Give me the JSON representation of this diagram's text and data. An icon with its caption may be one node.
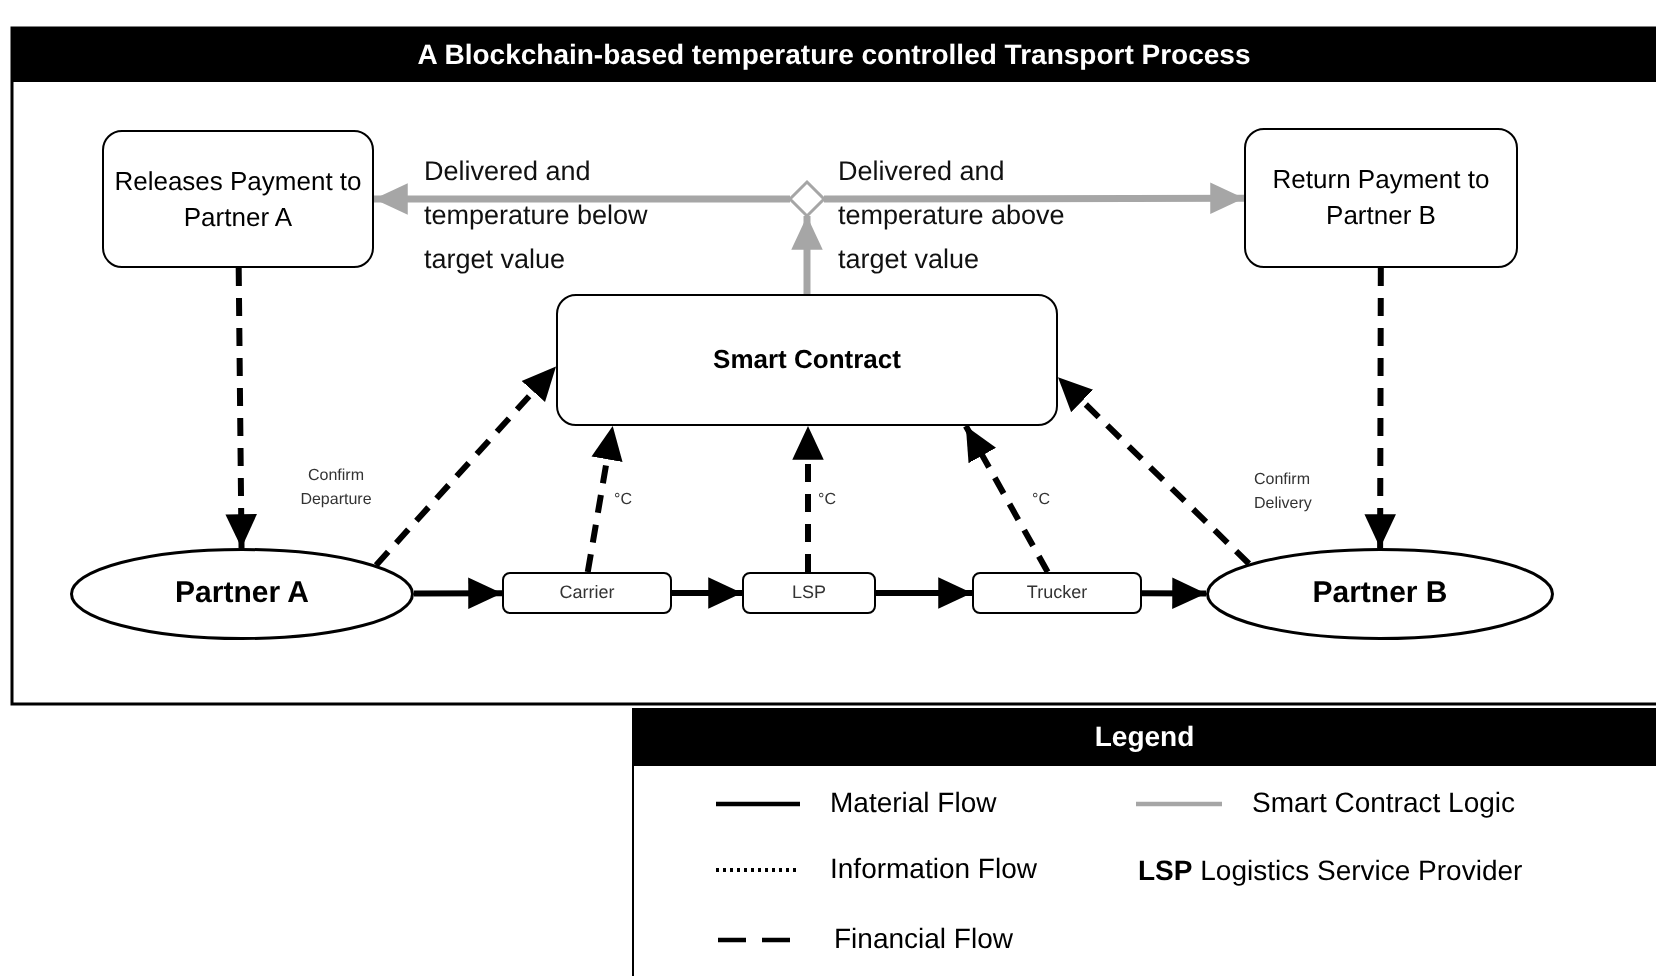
{
  "diagram": {
    "title": "A Blockchain-based temperature controlled Transport Process",
    "nodes": [
      {
        "text": [
          "Releases Payment to Partner A"
        ]
      },
      {
        "text": [],
        "shape": "diamond"
      },
      {
        "text": [
          "Return Payment to Partner B"
        ]
      },
      {
        "text": [
          "Smart Contract"
        ]
      },
      {
        "text": [
          "Partner A"
        ]
      },
      {
        "text": [
          "Carrier"
        ]
      },
      {
        "text": [
          "LSP"
        ]
      },
      {
        "text": [
          "Trucker"
        ]
      },
      {
        "text": [
          "Partner B"
        ]
      }
    ],
    "edges": [
      {
        "from": 1,
        "to": 0,
        "arrow": "to",
        "label": "Delivered and temperature below target value",
        "color": "#a6a6a6"
      },
      {
        "from": 1,
        "to": 2,
        "arrow": "to",
        "label": "Delivered and temperature above target value",
        "color": "#a6a6a6"
      },
      {
        "from": 3,
        "to": 1,
        "arrow": "to",
        "color": "#a6a6a6"
      },
      {
        "from": 0,
        "to": 4,
        "arrow": "to",
        "style": "dashed"
      },
      {
        "from": 2,
        "to": 8,
        "arrow": "to",
        "style": "dashed"
      },
      {
        "from": 4,
        "to": 3,
        "arrow": "to",
        "style": "dashed",
        "label": "Confirm Departure"
      },
      {
        "from": 8,
        "to": 3,
        "arrow": "to",
        "style": "dashed",
        "label": "Confirm Delivery"
      },
      {
        "from": 5,
        "to": 3,
        "arrow": "to",
        "style": "dashed",
        "label": "°C"
      },
      {
        "from": 6,
        "to": 3,
        "arrow": "to",
        "style": "dashed",
        "label": "°C"
      },
      {
        "from": 7,
        "to": 3,
        "arrow": "to",
        "style": "dashed",
        "label": "°C"
      },
      {
        "from": 4,
        "to": 5,
        "arrow": "to"
      },
      {
        "from": 5,
        "to": 6,
        "arrow": "to"
      },
      {
        "from": 6,
        "to": 7,
        "arrow": "to"
      },
      {
        "from": 7,
        "to": 8,
        "arrow": "to"
      }
    ],
    "labels": [
      "Legend",
      "**LSP** Logistics Service Provider"
    ],
    "legend": [
      {
        "text": "Material Flow"
      },
      {
        "text": "Smart Contract Logic"
      },
      {
        "text": "Information Flow"
      },
      {
        "text": "Financial Flow"
      }
    ]
  }
}
